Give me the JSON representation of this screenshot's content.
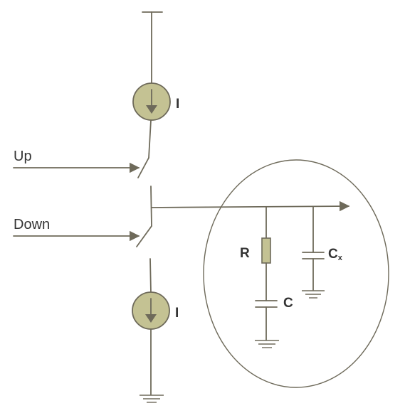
{
  "labels": {
    "up": "Up",
    "down": "Down",
    "current_top": "I",
    "current_bottom": "I",
    "resistor": "R",
    "capacitor": "C",
    "cap_x_main": "C",
    "cap_x_sub": "x"
  },
  "colors": {
    "wire": "#6e6a5a",
    "component_fill": "#c4c293",
    "text": "#333333"
  }
}
